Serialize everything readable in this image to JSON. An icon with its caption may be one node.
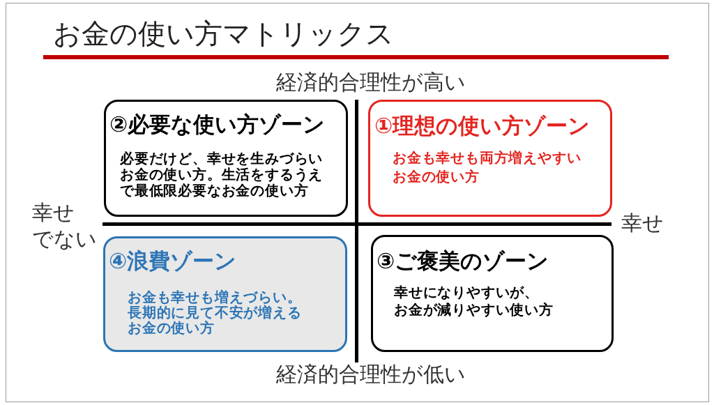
{
  "diagram": {
    "title": "お金の使い方マトリックス",
    "nodes": [
      {
        "text": [
          "②必要な使い方ゾーン",
          "必要だけど、幸せを生みづらいお金の使い方。生活をするうえで最低限必要なお金の使い方"
        ]
      },
      {
        "text": [
          "①理想の使い方ゾーン",
          "お金も幸せも両方増えやすいお金の使い方"
        ]
      },
      {
        "text": [
          "④浪費ゾーン",
          "お金も幸せも増えづらい。長期的に見て不安が増えるお金の使い方"
        ]
      },
      {
        "text": [
          "③ご褒美のゾーン",
          "幸せになりやすいが、お金が減りやすい使い方"
        ]
      }
    ],
    "labels": [
      "経済的合理性が高い",
      "幸せでない",
      "幸せ",
      "経済的合理性が低い"
    ]
  }
}
